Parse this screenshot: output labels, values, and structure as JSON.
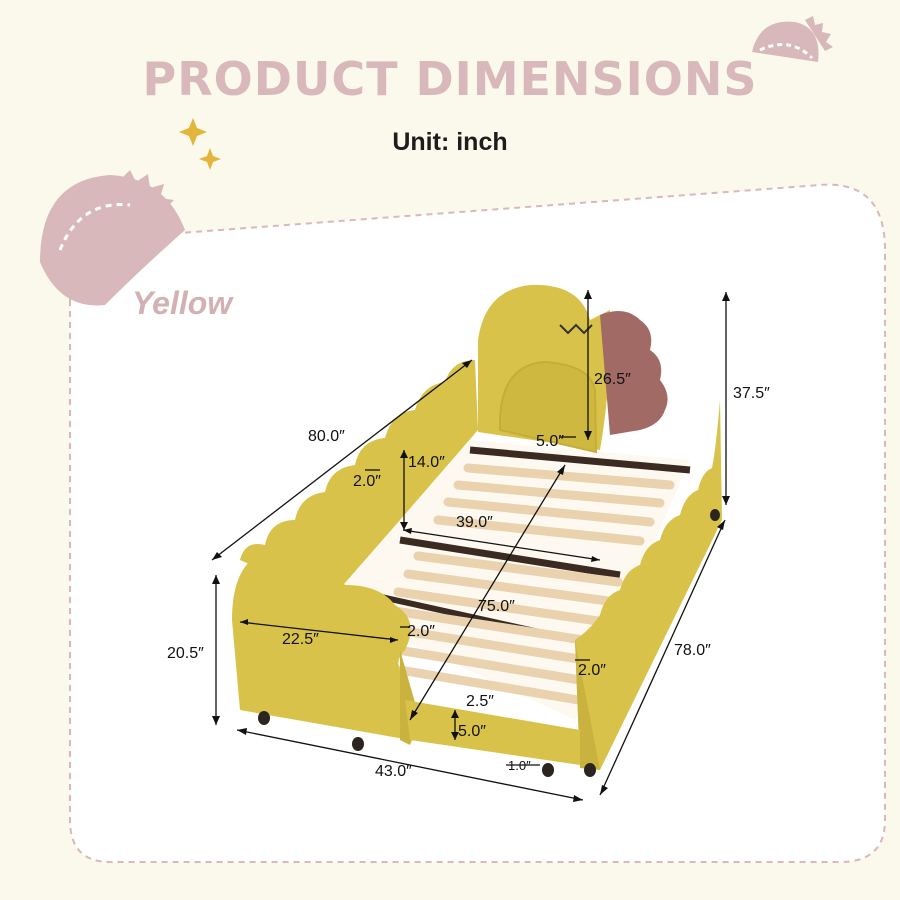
{
  "header": {
    "title": "PRODUCT DIMENSIONS",
    "unit_label": "Unit: inch"
  },
  "color_label": "Yellow",
  "dimensions": {
    "length_side": "80.0″",
    "headboard_height_inner": "26.5″",
    "total_height": "37.5″",
    "headboard_gap": "5.0″",
    "rail_height": "14.0″",
    "rail_thickness_top": "2.0″",
    "inner_width": "39.0″",
    "inner_length": "75.0″",
    "footboard_width": "22.5″",
    "footboard_thickness": "2.0″",
    "side_thickness": "2.0″",
    "footboard_height": "20.5″",
    "total_length": "78.0″",
    "slat_gap": "2.5″",
    "clearance": "5.0″",
    "total_width": "43.0″",
    "leg_height": "1.0″"
  },
  "colors": {
    "background": "#fbf8ec",
    "accent_pink": "#d9b8bb",
    "bed_yellow": "#d8c24a",
    "slat_wood": "#e9d2ad"
  }
}
